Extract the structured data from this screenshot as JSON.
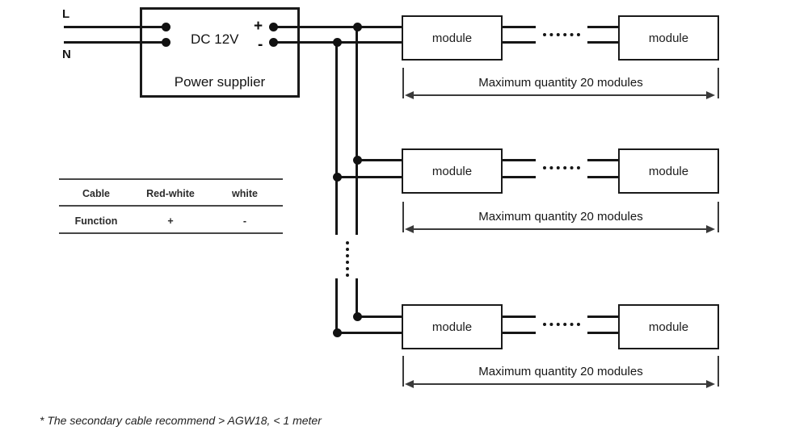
{
  "diagram": {
    "power": {
      "l_label": "L",
      "n_label": "N",
      "dc_label": "DC 12V",
      "plus_label": "+",
      "minus_label": "-",
      "title": "Power supplier"
    },
    "rows": [
      {
        "left_module": "module",
        "right_module": "module",
        "max_quantity": "Maximum quantity 20 modules"
      },
      {
        "left_module": "module",
        "right_module": "module",
        "max_quantity": "Maximum quantity 20 modules"
      },
      {
        "left_module": "module",
        "right_module": "module",
        "max_quantity": "Maximum quantity 20 modules"
      }
    ],
    "cable_table": {
      "header": [
        "Cable",
        "Red-white",
        "white"
      ],
      "function_row": [
        "Function",
        "+",
        "-"
      ]
    },
    "footnote": "* The secondary cable recommend > AGW18, < 1 meter",
    "colors": {
      "wire": "#161616",
      "dimension": "#3a3a3a",
      "background": "#ffffff"
    }
  }
}
